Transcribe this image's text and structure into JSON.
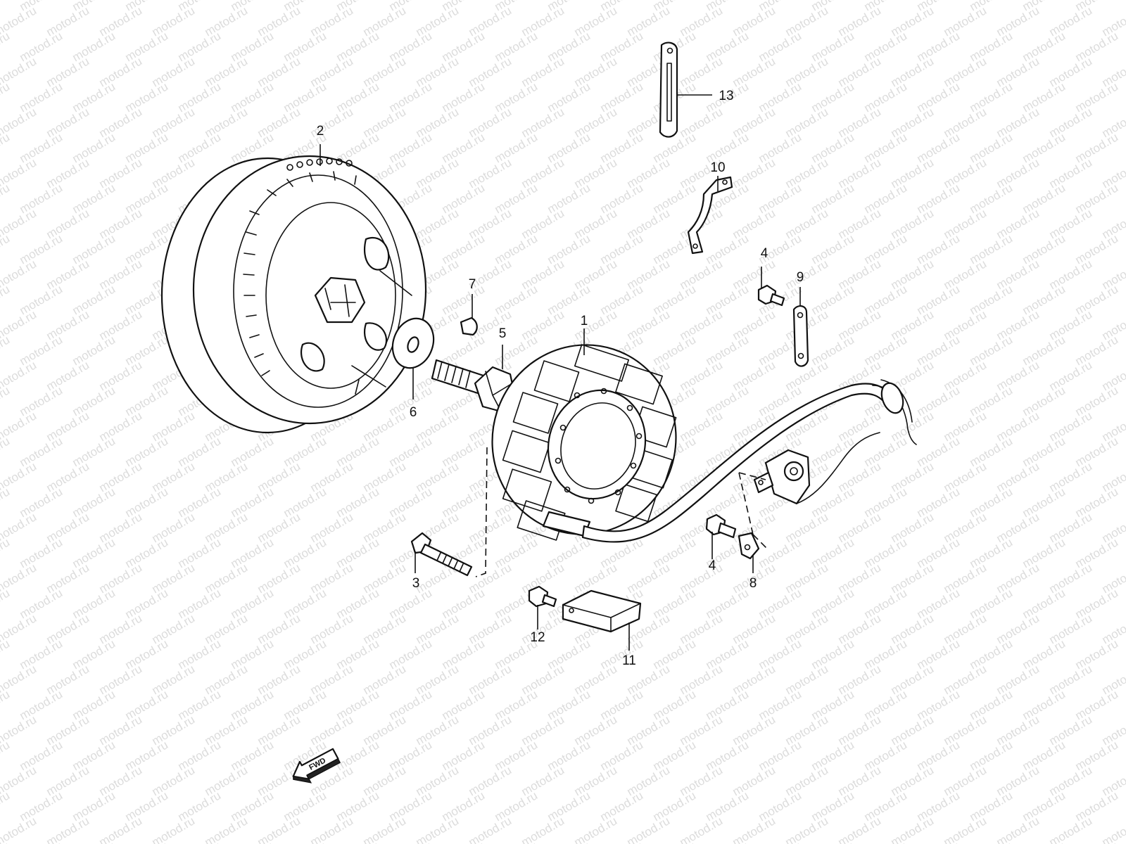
{
  "watermark": "motod.ru",
  "direction_marker": "FWD",
  "callouts": [
    "1",
    "2",
    "3",
    "4",
    "5",
    "6",
    "7",
    "8",
    "9",
    "10",
    "11",
    "12",
    "13",
    "4"
  ],
  "colors": {
    "line": "#111111",
    "background": "#ffffff",
    "watermark": "#dcdcdc"
  }
}
